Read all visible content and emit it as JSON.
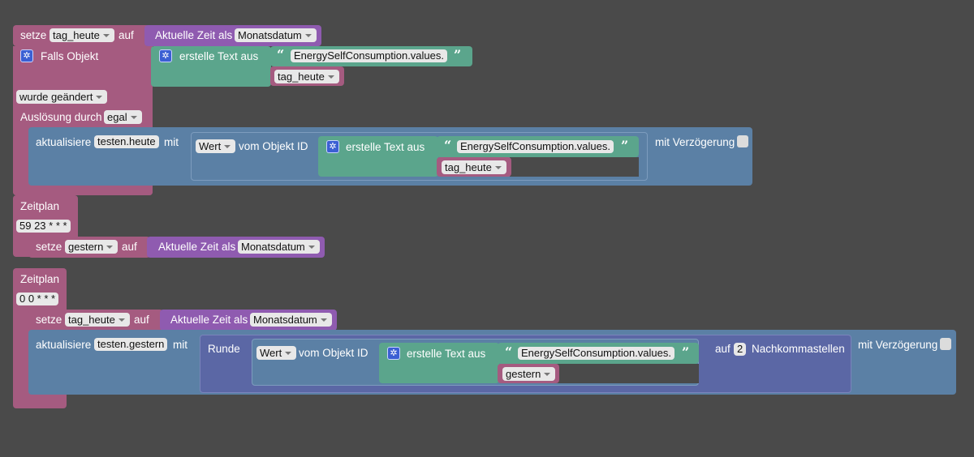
{
  "colors": {
    "bg": "#4a4a4a",
    "event": "#a55b80",
    "update": "#5b80a5",
    "text": "#5ba58c",
    "time": "#8f5bb0",
    "math": "#5b67a5"
  },
  "block1": {
    "set_label": "setze",
    "var_label": "tag_heute",
    "to_label": "auf",
    "time_label": "Aktuelle Zeit als",
    "time_format": "Monatsdatum"
  },
  "trigger": {
    "label": "Falls Objekt",
    "changed_label": "wurde geändert",
    "cause_label": "Auslösung durch",
    "cause_value": "egal",
    "text_join": {
      "label": "erstelle Text aus",
      "string": "EnergySelfConsumption.values.",
      "var": "tag_heute"
    }
  },
  "update1": {
    "label": "aktualisiere",
    "object": "testen.heute",
    "with_label": "mit",
    "value_dd": "Wert",
    "from_label": "vom Objekt ID",
    "join_label": "erstelle Text aus",
    "string": "EnergySelfConsumption.values.",
    "var": "tag_heute",
    "delay_label": "mit Verzögerung"
  },
  "schedule1": {
    "label": "Zeitplan",
    "cron": "59 23 * * *",
    "set_label": "setze",
    "var": "gestern",
    "to_label": "auf",
    "time_label": "Aktuelle Zeit als",
    "time_format": "Monatsdatum"
  },
  "schedule2": {
    "label": "Zeitplan",
    "cron": "0 0 * * *",
    "set_label": "setze",
    "var": "tag_heute",
    "to_label": "auf",
    "time_label": "Aktuelle Zeit als",
    "time_format": "Monatsdatum"
  },
  "update2": {
    "label": "aktualisiere",
    "object": "testen.gestern",
    "with_label": "mit",
    "round_label": "Runde",
    "value_dd": "Wert",
    "from_label": "vom Objekt ID",
    "join_label": "erstelle Text aus",
    "string": "EnergySelfConsumption.values.",
    "var": "gestern",
    "decimals_prefix": "auf",
    "decimals": "2",
    "decimals_suffix": "Nachkommastellen",
    "delay_label": "mit Verzögerung"
  }
}
